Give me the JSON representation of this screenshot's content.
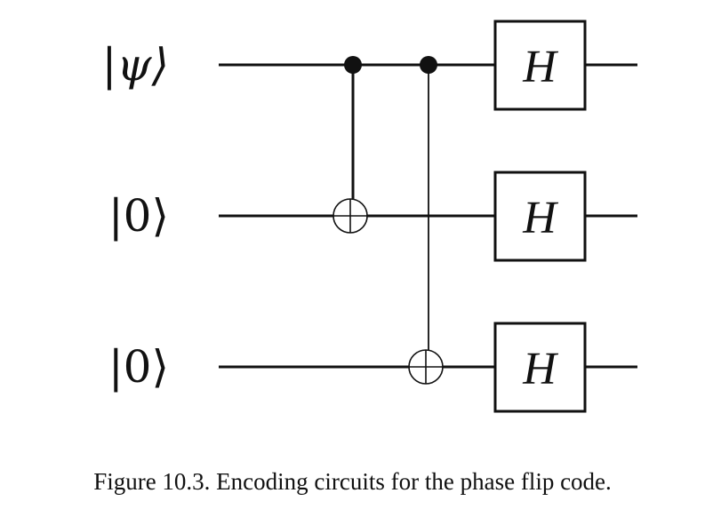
{
  "circuit": {
    "qubits": [
      {
        "label": "|ψ⟩"
      },
      {
        "label": "|0⟩"
      },
      {
        "label": "|0⟩"
      }
    ],
    "gates": [
      {
        "type": "cnot",
        "control": 0,
        "target": 1
      },
      {
        "type": "cnot",
        "control": 0,
        "target": 2
      },
      {
        "type": "single",
        "label": "H",
        "qubit": 0
      },
      {
        "type": "single",
        "label": "H",
        "qubit": 1
      },
      {
        "type": "single",
        "label": "H",
        "qubit": 2
      }
    ]
  },
  "caption": "Figure 10.3. Encoding circuits for the phase flip code."
}
